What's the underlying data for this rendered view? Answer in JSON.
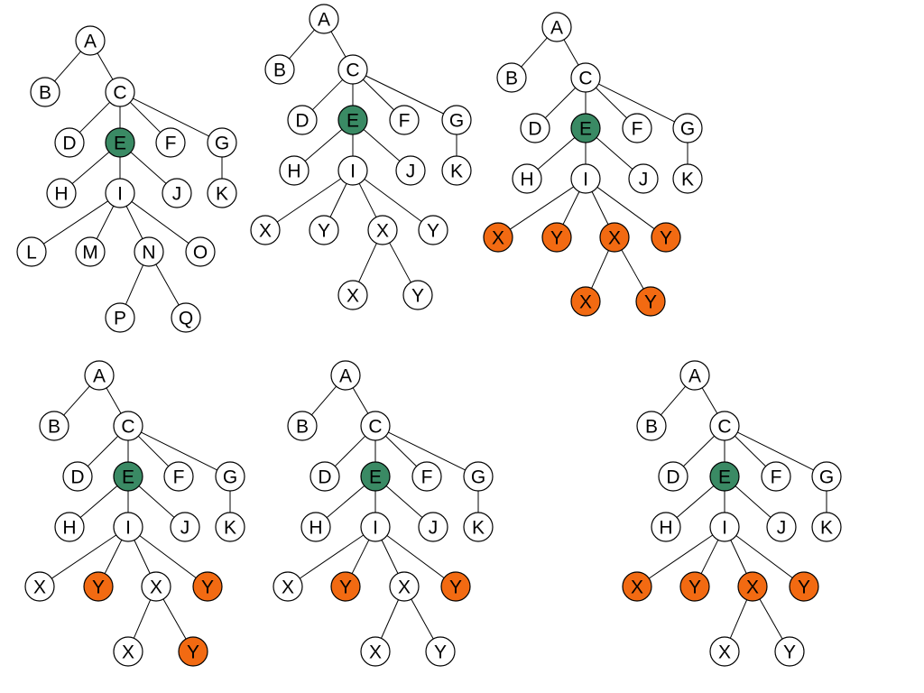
{
  "colors": {
    "default": "#ffffff",
    "focus": "#3a8a64",
    "highlight": "#f26a12"
  },
  "trees": [
    {
      "nodes": [
        {
          "id": "A",
          "label": "A",
          "fill": "default"
        },
        {
          "id": "B",
          "label": "B",
          "fill": "default"
        },
        {
          "id": "C",
          "label": "C",
          "fill": "default"
        },
        {
          "id": "D",
          "label": "D",
          "fill": "default"
        },
        {
          "id": "E",
          "label": "E",
          "fill": "focus"
        },
        {
          "id": "F",
          "label": "F",
          "fill": "default"
        },
        {
          "id": "G",
          "label": "G",
          "fill": "default"
        },
        {
          "id": "H",
          "label": "H",
          "fill": "default"
        },
        {
          "id": "I",
          "label": "I",
          "fill": "default"
        },
        {
          "id": "J",
          "label": "J",
          "fill": "default"
        },
        {
          "id": "K",
          "label": "K",
          "fill": "default"
        },
        {
          "id": "L",
          "label": "L",
          "fill": "default"
        },
        {
          "id": "M",
          "label": "M",
          "fill": "default"
        },
        {
          "id": "N",
          "label": "N",
          "fill": "default"
        },
        {
          "id": "O",
          "label": "O",
          "fill": "default"
        },
        {
          "id": "P",
          "label": "P",
          "fill": "default"
        },
        {
          "id": "Q",
          "label": "Q",
          "fill": "default"
        }
      ],
      "edges": [
        [
          "A",
          "B"
        ],
        [
          "A",
          "C"
        ],
        [
          "C",
          "D"
        ],
        [
          "C",
          "E"
        ],
        [
          "C",
          "F"
        ],
        [
          "C",
          "G"
        ],
        [
          "E",
          "H"
        ],
        [
          "E",
          "I"
        ],
        [
          "E",
          "J"
        ],
        [
          "G",
          "K"
        ],
        [
          "I",
          "L"
        ],
        [
          "I",
          "M"
        ],
        [
          "I",
          "N"
        ],
        [
          "I",
          "O"
        ],
        [
          "N",
          "P"
        ],
        [
          "N",
          "Q"
        ]
      ]
    },
    {
      "nodes": [
        {
          "id": "A",
          "label": "A",
          "fill": "default"
        },
        {
          "id": "B",
          "label": "B",
          "fill": "default"
        },
        {
          "id": "C",
          "label": "C",
          "fill": "default"
        },
        {
          "id": "D",
          "label": "D",
          "fill": "default"
        },
        {
          "id": "E",
          "label": "E",
          "fill": "focus"
        },
        {
          "id": "F",
          "label": "F",
          "fill": "default"
        },
        {
          "id": "G",
          "label": "G",
          "fill": "default"
        },
        {
          "id": "H",
          "label": "H",
          "fill": "default"
        },
        {
          "id": "I",
          "label": "I",
          "fill": "default"
        },
        {
          "id": "J",
          "label": "J",
          "fill": "default"
        },
        {
          "id": "K",
          "label": "K",
          "fill": "default"
        },
        {
          "id": "X1",
          "label": "X",
          "fill": "default"
        },
        {
          "id": "Y1",
          "label": "Y",
          "fill": "default"
        },
        {
          "id": "X2",
          "label": "X",
          "fill": "default"
        },
        {
          "id": "Y2",
          "label": "Y",
          "fill": "default"
        },
        {
          "id": "X3",
          "label": "X",
          "fill": "default"
        },
        {
          "id": "Y3",
          "label": "Y",
          "fill": "default"
        }
      ],
      "edges": [
        [
          "A",
          "B"
        ],
        [
          "A",
          "C"
        ],
        [
          "C",
          "D"
        ],
        [
          "C",
          "E"
        ],
        [
          "C",
          "F"
        ],
        [
          "C",
          "G"
        ],
        [
          "E",
          "H"
        ],
        [
          "E",
          "I"
        ],
        [
          "E",
          "J"
        ],
        [
          "G",
          "K"
        ],
        [
          "I",
          "X1"
        ],
        [
          "I",
          "Y1"
        ],
        [
          "I",
          "X2"
        ],
        [
          "I",
          "Y2"
        ],
        [
          "X2",
          "X3"
        ],
        [
          "X2",
          "Y3"
        ]
      ]
    },
    {
      "nodes": [
        {
          "id": "A",
          "label": "A",
          "fill": "default"
        },
        {
          "id": "B",
          "label": "B",
          "fill": "default"
        },
        {
          "id": "C",
          "label": "C",
          "fill": "default"
        },
        {
          "id": "D",
          "label": "D",
          "fill": "default"
        },
        {
          "id": "E",
          "label": "E",
          "fill": "focus"
        },
        {
          "id": "F",
          "label": "F",
          "fill": "default"
        },
        {
          "id": "G",
          "label": "G",
          "fill": "default"
        },
        {
          "id": "H",
          "label": "H",
          "fill": "default"
        },
        {
          "id": "I",
          "label": "I",
          "fill": "default"
        },
        {
          "id": "J",
          "label": "J",
          "fill": "default"
        },
        {
          "id": "K",
          "label": "K",
          "fill": "default"
        },
        {
          "id": "X1",
          "label": "X",
          "fill": "highlight"
        },
        {
          "id": "Y1",
          "label": "Y",
          "fill": "highlight"
        },
        {
          "id": "X2",
          "label": "X",
          "fill": "highlight"
        },
        {
          "id": "Y2",
          "label": "Y",
          "fill": "highlight"
        },
        {
          "id": "X3",
          "label": "X",
          "fill": "highlight"
        },
        {
          "id": "Y3",
          "label": "Y",
          "fill": "highlight"
        }
      ],
      "edges": [
        [
          "A",
          "B"
        ],
        [
          "A",
          "C"
        ],
        [
          "C",
          "D"
        ],
        [
          "C",
          "E"
        ],
        [
          "C",
          "F"
        ],
        [
          "C",
          "G"
        ],
        [
          "E",
          "H"
        ],
        [
          "E",
          "I"
        ],
        [
          "E",
          "J"
        ],
        [
          "G",
          "K"
        ],
        [
          "I",
          "X1"
        ],
        [
          "I",
          "Y1"
        ],
        [
          "I",
          "X2"
        ],
        [
          "I",
          "Y2"
        ],
        [
          "X2",
          "X3"
        ],
        [
          "X2",
          "Y3"
        ]
      ]
    },
    {
      "nodes": [
        {
          "id": "A",
          "label": "A",
          "fill": "default"
        },
        {
          "id": "B",
          "label": "B",
          "fill": "default"
        },
        {
          "id": "C",
          "label": "C",
          "fill": "default"
        },
        {
          "id": "D",
          "label": "D",
          "fill": "default"
        },
        {
          "id": "E",
          "label": "E",
          "fill": "focus"
        },
        {
          "id": "F",
          "label": "F",
          "fill": "default"
        },
        {
          "id": "G",
          "label": "G",
          "fill": "default"
        },
        {
          "id": "H",
          "label": "H",
          "fill": "default"
        },
        {
          "id": "I",
          "label": "I",
          "fill": "default"
        },
        {
          "id": "J",
          "label": "J",
          "fill": "default"
        },
        {
          "id": "K",
          "label": "K",
          "fill": "default"
        },
        {
          "id": "X1",
          "label": "X",
          "fill": "default"
        },
        {
          "id": "Y1",
          "label": "Y",
          "fill": "highlight"
        },
        {
          "id": "X2",
          "label": "X",
          "fill": "default"
        },
        {
          "id": "Y2",
          "label": "Y",
          "fill": "highlight"
        },
        {
          "id": "X3",
          "label": "X",
          "fill": "default"
        },
        {
          "id": "Y3",
          "label": "Y",
          "fill": "highlight"
        }
      ],
      "edges": [
        [
          "A",
          "B"
        ],
        [
          "A",
          "C"
        ],
        [
          "C",
          "D"
        ],
        [
          "C",
          "E"
        ],
        [
          "C",
          "F"
        ],
        [
          "C",
          "G"
        ],
        [
          "E",
          "H"
        ],
        [
          "E",
          "I"
        ],
        [
          "E",
          "J"
        ],
        [
          "G",
          "K"
        ],
        [
          "I",
          "X1"
        ],
        [
          "I",
          "Y1"
        ],
        [
          "I",
          "X2"
        ],
        [
          "I",
          "Y2"
        ],
        [
          "X2",
          "X3"
        ],
        [
          "X2",
          "Y3"
        ]
      ]
    },
    {
      "nodes": [
        {
          "id": "A",
          "label": "A",
          "fill": "default"
        },
        {
          "id": "B",
          "label": "B",
          "fill": "default"
        },
        {
          "id": "C",
          "label": "C",
          "fill": "default"
        },
        {
          "id": "D",
          "label": "D",
          "fill": "default"
        },
        {
          "id": "E",
          "label": "E",
          "fill": "focus"
        },
        {
          "id": "F",
          "label": "F",
          "fill": "default"
        },
        {
          "id": "G",
          "label": "G",
          "fill": "default"
        },
        {
          "id": "H",
          "label": "H",
          "fill": "default"
        },
        {
          "id": "I",
          "label": "I",
          "fill": "default"
        },
        {
          "id": "J",
          "label": "J",
          "fill": "default"
        },
        {
          "id": "K",
          "label": "K",
          "fill": "default"
        },
        {
          "id": "X1",
          "label": "X",
          "fill": "default"
        },
        {
          "id": "Y1",
          "label": "Y",
          "fill": "highlight"
        },
        {
          "id": "X2",
          "label": "X",
          "fill": "default"
        },
        {
          "id": "Y2",
          "label": "Y",
          "fill": "highlight"
        },
        {
          "id": "X3",
          "label": "X",
          "fill": "default"
        },
        {
          "id": "Y3",
          "label": "Y",
          "fill": "default"
        }
      ],
      "edges": [
        [
          "A",
          "B"
        ],
        [
          "A",
          "C"
        ],
        [
          "C",
          "D"
        ],
        [
          "C",
          "E"
        ],
        [
          "C",
          "F"
        ],
        [
          "C",
          "G"
        ],
        [
          "E",
          "H"
        ],
        [
          "E",
          "I"
        ],
        [
          "E",
          "J"
        ],
        [
          "G",
          "K"
        ],
        [
          "I",
          "X1"
        ],
        [
          "I",
          "Y1"
        ],
        [
          "I",
          "X2"
        ],
        [
          "I",
          "Y2"
        ],
        [
          "X2",
          "X3"
        ],
        [
          "X2",
          "Y3"
        ]
      ]
    },
    {
      "nodes": [
        {
          "id": "A",
          "label": "A",
          "fill": "default"
        },
        {
          "id": "B",
          "label": "B",
          "fill": "default"
        },
        {
          "id": "C",
          "label": "C",
          "fill": "default"
        },
        {
          "id": "D",
          "label": "D",
          "fill": "default"
        },
        {
          "id": "E",
          "label": "E",
          "fill": "focus"
        },
        {
          "id": "F",
          "label": "F",
          "fill": "default"
        },
        {
          "id": "G",
          "label": "G",
          "fill": "default"
        },
        {
          "id": "H",
          "label": "H",
          "fill": "default"
        },
        {
          "id": "I",
          "label": "I",
          "fill": "default"
        },
        {
          "id": "J",
          "label": "J",
          "fill": "default"
        },
        {
          "id": "K",
          "label": "K",
          "fill": "default"
        },
        {
          "id": "X1",
          "label": "X",
          "fill": "highlight"
        },
        {
          "id": "Y1",
          "label": "Y",
          "fill": "highlight"
        },
        {
          "id": "X2",
          "label": "X",
          "fill": "highlight"
        },
        {
          "id": "Y2",
          "label": "Y",
          "fill": "highlight"
        },
        {
          "id": "X3",
          "label": "X",
          "fill": "default"
        },
        {
          "id": "Y3",
          "label": "Y",
          "fill": "default"
        }
      ],
      "edges": [
        [
          "A",
          "B"
        ],
        [
          "A",
          "C"
        ],
        [
          "C",
          "D"
        ],
        [
          "C",
          "E"
        ],
        [
          "C",
          "F"
        ],
        [
          "C",
          "G"
        ],
        [
          "E",
          "H"
        ],
        [
          "E",
          "I"
        ],
        [
          "E",
          "J"
        ],
        [
          "G",
          "K"
        ],
        [
          "I",
          "X1"
        ],
        [
          "I",
          "Y1"
        ],
        [
          "I",
          "X2"
        ],
        [
          "I",
          "Y2"
        ],
        [
          "X2",
          "X3"
        ],
        [
          "X2",
          "Y3"
        ]
      ]
    }
  ]
}
